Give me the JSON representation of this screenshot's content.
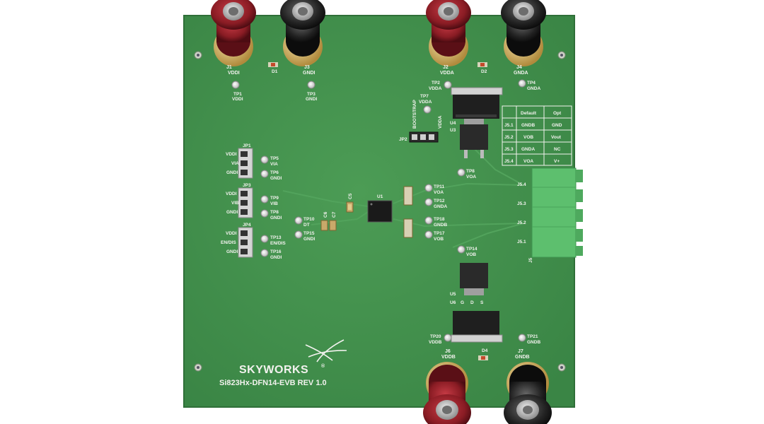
{
  "board": {
    "brand": "SKYWORKS",
    "registered": "®",
    "model": "Si823Hx-DFN14-EVB REV 1.0"
  },
  "terminals": {
    "J1": {
      "ref": "J1",
      "net": "VDDI"
    },
    "J3": {
      "ref": "J3",
      "net": "GNDI"
    },
    "J2": {
      "ref": "J2",
      "net": "VDDA"
    },
    "J4": {
      "ref": "J4",
      "net": "GNDA"
    },
    "J6": {
      "ref": "J6",
      "net": "VDDB"
    },
    "J7": {
      "ref": "J7",
      "net": "GNDB"
    }
  },
  "leds": {
    "D1": "D1",
    "D2": "D2",
    "D4": "D4"
  },
  "testpoints": {
    "TP1": {
      "ref": "TP1",
      "net": "VDDI"
    },
    "TP3": {
      "ref": "TP3",
      "net": "GNDI"
    },
    "TP2": {
      "ref": "TP2",
      "net": "VDDA"
    },
    "TP4": {
      "ref": "TP4",
      "net": "GNDA"
    },
    "TP7": {
      "ref": "TP7",
      "net": "VDDA"
    },
    "TP5": {
      "ref": "TP5",
      "net": "VIA"
    },
    "TP6": {
      "ref": "TP6",
      "net": "GNDI"
    },
    "TP9": {
      "ref": "TP9",
      "net": "VIB"
    },
    "TP8a": {
      "ref": "TP8",
      "net": "GNDI"
    },
    "TP10": {
      "ref": "TP10",
      "net": "DT"
    },
    "TP15": {
      "ref": "TP15",
      "net": "GNDI"
    },
    "TP13": {
      "ref": "TP13",
      "net": "EN/DIS"
    },
    "TP16": {
      "ref": "TP16",
      "net": "GNDI"
    },
    "TP11": {
      "ref": "TP11",
      "net": "VOA"
    },
    "TP12": {
      "ref": "TP12",
      "net": "GNDA"
    },
    "TP18": {
      "ref": "TP18",
      "net": "GNDB"
    },
    "TP17": {
      "ref": "TP17",
      "net": "VOB"
    },
    "TP8": {
      "ref": "TP8",
      "net": "VOA"
    },
    "TP14": {
      "ref": "TP14",
      "net": "VOB"
    },
    "TP20": {
      "ref": "TP20",
      "net": "VDDB"
    },
    "TP21": {
      "ref": "TP21",
      "net": "GNDB"
    }
  },
  "headers": {
    "JP1": {
      "ref": "JP1",
      "pins": [
        "VDDI",
        "VIA",
        "GNDI"
      ]
    },
    "JP3": {
      "ref": "JP3",
      "pins": [
        "VDDI",
        "VIB",
        "GNDI"
      ]
    },
    "JP4": {
      "ref": "JP4",
      "pins": [
        "VDDI",
        "EN/DIS",
        "GNDI"
      ]
    },
    "JP2": {
      "ref": "JP2",
      "label": "BOOTSTRAP",
      "pin": "VDDA"
    }
  },
  "ics": {
    "U1": "U1",
    "U3": "U3",
    "U4": "U4",
    "U5": "U5",
    "U6": "U6",
    "C5": "C5",
    "C6": "C6",
    "C7": "C7",
    "J5": "J5"
  },
  "u6_pins": [
    "G",
    "D",
    "S"
  ],
  "connector_pins": [
    "J5.4",
    "J5.3",
    "J5.2",
    "J5.1"
  ],
  "config_table": {
    "headers": [
      "",
      "Default",
      "Opt"
    ],
    "rows": [
      [
        "J5.1",
        "GNDB",
        "GND"
      ],
      [
        "J5.2",
        "VOB",
        "Vout"
      ],
      [
        "J5.3",
        "GNDA",
        "NC"
      ],
      [
        "J5.4",
        "VOA",
        "V+"
      ]
    ]
  },
  "colors": {
    "pcb": "#3f8f4a",
    "pcb_edge": "#2f6f38",
    "red_post": "#8a1c24",
    "black_post": "#222222",
    "connector": "#5dbf6e",
    "silkscreen": "#f2f2ee"
  }
}
